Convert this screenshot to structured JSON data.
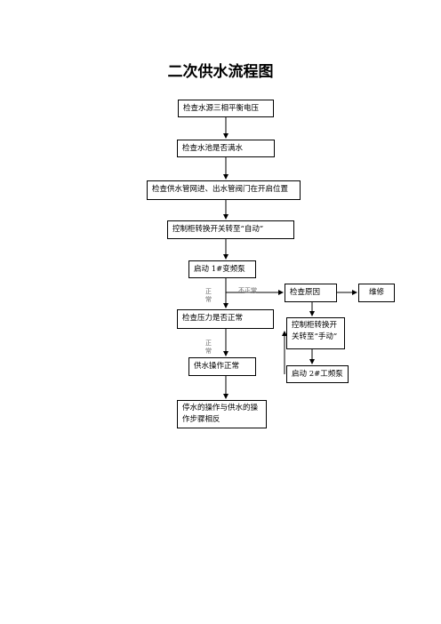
{
  "title": "二次供水流程图",
  "steps": {
    "check_voltage": "检查水源三相平衡电压",
    "check_pool": "检查水池是否满水",
    "check_valves": "检查供水管网进、出水管阀门在开启位置",
    "switch_auto": "控制柜转换开关转至“自动”",
    "start_vfd": "启动 1#变频泵",
    "check_pressure": "检查压力是否正常",
    "supply_ok": "供水操作正常",
    "stop_reverse": "停水的操作与供水的操作步骤相反",
    "check_cause": "检查原因",
    "repair": "维修",
    "switch_manual": "控制柜转换开关转至“手动”",
    "start_power_pump": "启动 2#工频泵"
  },
  "labels": {
    "normal_1": "正常",
    "abnormal": "不正常",
    "normal_2": "正常"
  }
}
